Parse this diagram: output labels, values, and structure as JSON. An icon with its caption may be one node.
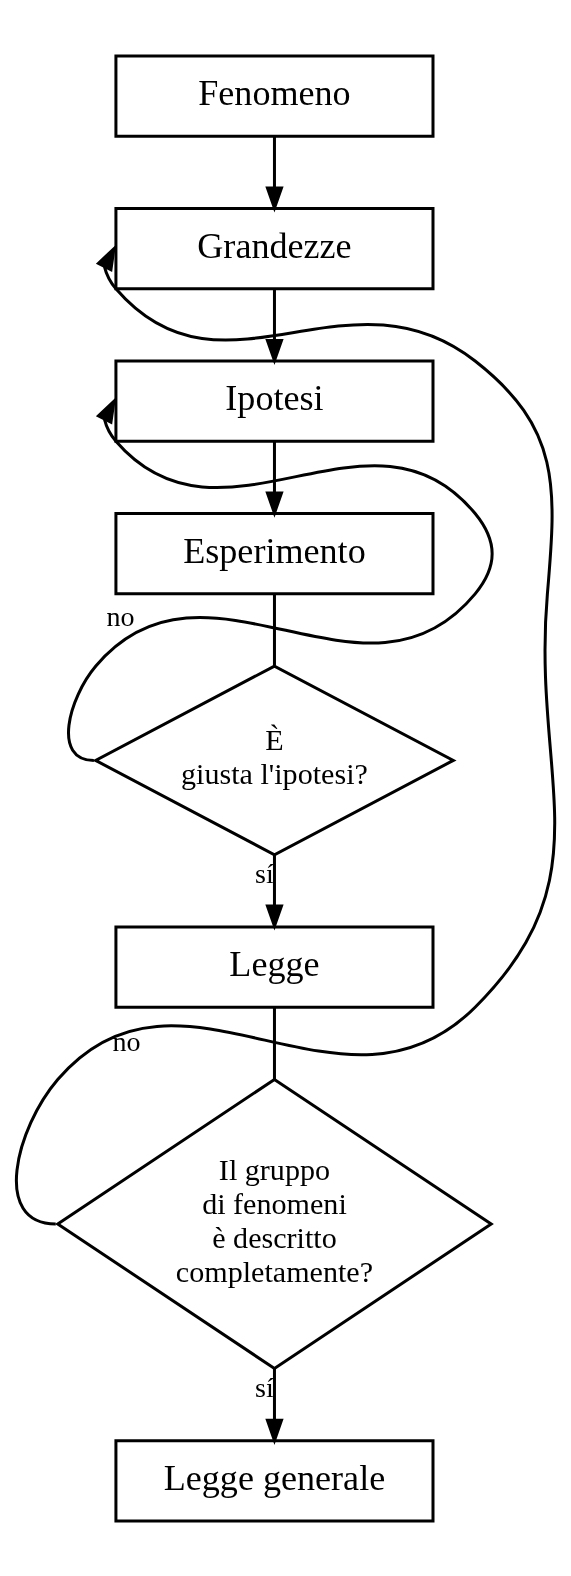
{
  "diagram": {
    "nodes": [
      {
        "text": [
          "Fenomeno"
        ]
      },
      {
        "text": [
          "Grandezze"
        ]
      },
      {
        "text": [
          "Ipotesi"
        ]
      },
      {
        "text": [
          "Esperimento"
        ]
      },
      {
        "text": [
          "È giusta l'ipotesi?"
        ]
      },
      {
        "text": [
          "Legge"
        ]
      },
      {
        "text": [
          "Il gruppo di fenomeni è descritto completamente?"
        ]
      },
      {
        "text": [
          "Legge generale"
        ]
      }
    ],
    "edges": [
      {
        "from": 0,
        "to": 1,
        "arrow": "to"
      },
      {
        "from": 1,
        "to": 2,
        "arrow": "to"
      },
      {
        "from": 2,
        "to": 3,
        "arrow": "to"
      },
      {
        "from": 3,
        "to": 4,
        "arrow": "none"
      },
      {
        "from": 4,
        "to": 2,
        "arrow": "to",
        "label": "no"
      },
      {
        "from": 4,
        "to": 5,
        "arrow": "to",
        "label": "sí"
      },
      {
        "from": 5,
        "to": 6,
        "arrow": "none"
      },
      {
        "from": 6,
        "to": 1,
        "arrow": "to",
        "label": "no"
      },
      {
        "from": 6,
        "to": 7,
        "arrow": "to",
        "label": "sí"
      }
    ]
  }
}
